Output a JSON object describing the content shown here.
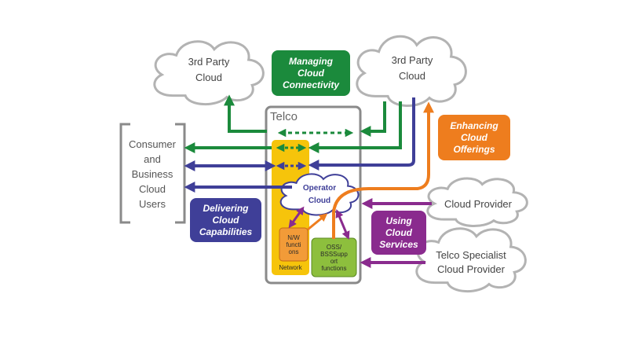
{
  "colors": {
    "green": "#1b8a3c",
    "blue": "#3f3f98",
    "orange": "#ee7d1e",
    "purple": "#8a2b8e",
    "yellow": "#f6c40b",
    "olive": "#8dbf3d",
    "gray": "#8a8a8a"
  },
  "clouds": {
    "left_third_party": "3rd Party\nCloud",
    "right_third_party": "3rd Party\nCloud",
    "cloud_provider": "Cloud Provider",
    "telco_specialist": "Telco Specialist\nCloud Provider"
  },
  "badges": {
    "managing": "Managing\nCloud\nConnectivity",
    "enhancing": "Enhancing\nCloud\nOfferings",
    "delivering": "Delivering\nCloud\nCapabilities",
    "using": "Using\nCloud\nServices"
  },
  "users": "Consumer\nand\nBusiness\nCloud\nUsers",
  "telco": {
    "title": "Telco",
    "operator_cloud": "Operator\nCloud",
    "nw_functions": "N/W\nfuncti\nons",
    "network": "Network",
    "oss_bss": "OSS/\nBSSSupp\nort\nfunctions"
  }
}
